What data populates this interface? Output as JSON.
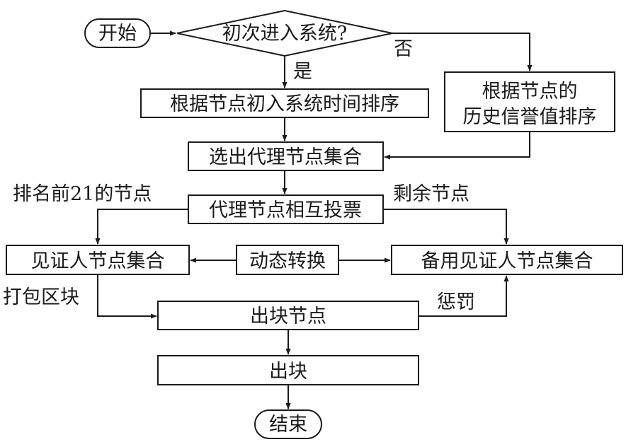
{
  "nodes": {
    "start": "开始",
    "decision": "初次进入系统?",
    "sort_by_join_time": "根据节点初入系统时间排序",
    "sort_by_reputation_line1": "根据节点的",
    "sort_by_reputation_line2": "历史信誉值排序",
    "select_delegates": "选出代理节点集合",
    "delegate_vote": "代理节点相互投票",
    "witness_set": "见证人节点集合",
    "dynamic_switch": "动态转换",
    "backup_witness_set": "备用见证人节点集合",
    "block_producer": "出块节点",
    "produce_block": "出块",
    "end": "结束"
  },
  "edges": {
    "yes": "是",
    "no": "否",
    "top21": "排名前21的节点",
    "remaining": "剩余节点",
    "pack_block": "打包区块",
    "punish": "惩罚"
  }
}
